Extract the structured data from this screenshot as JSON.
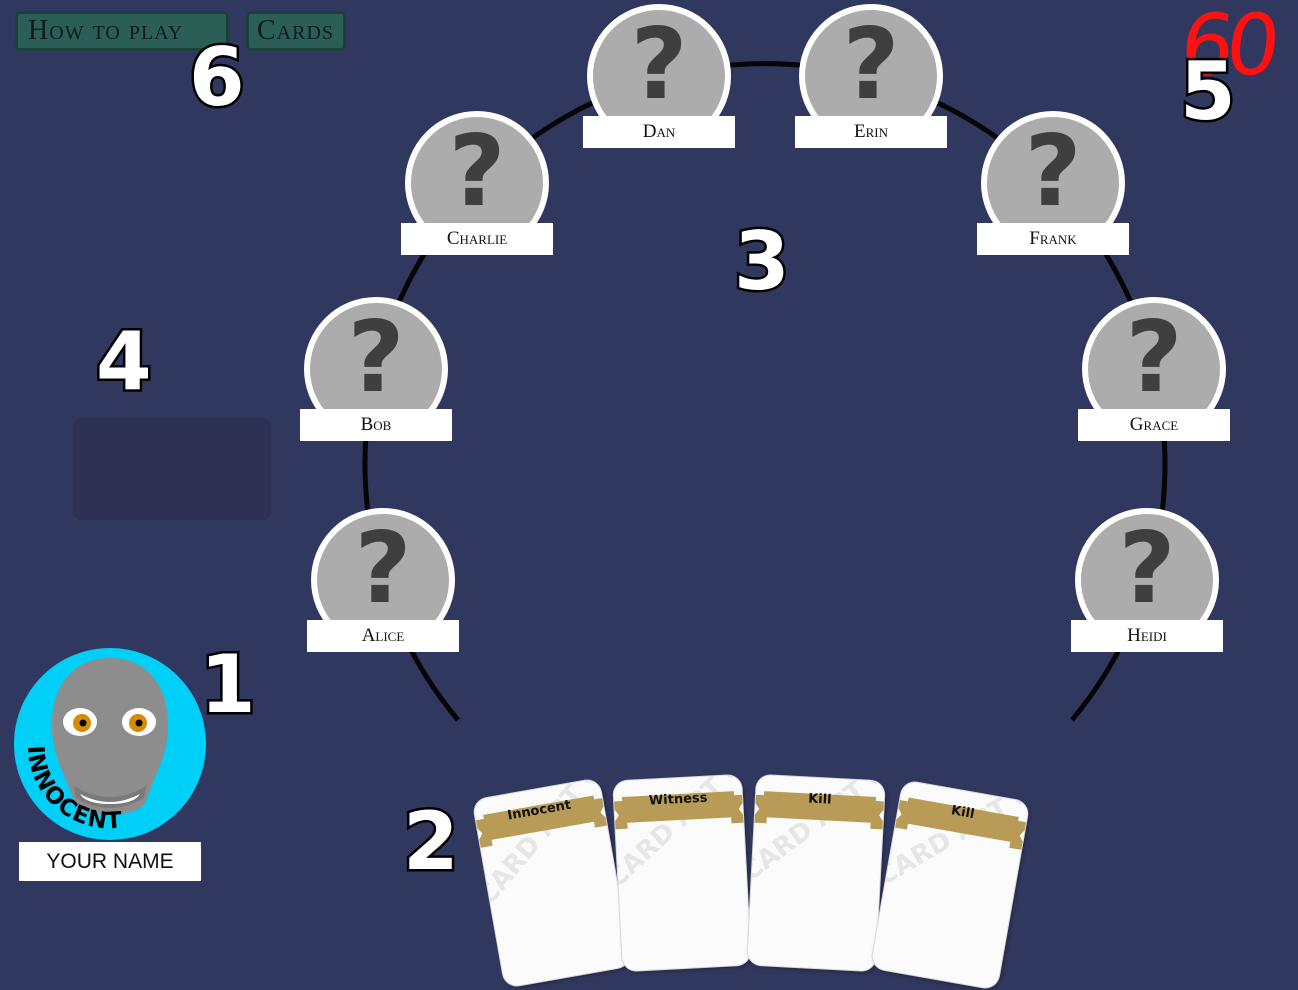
{
  "top_buttons": {
    "how_to_play": "How to play",
    "cards": "Cards"
  },
  "timer": "60",
  "tutorial_markers": [
    "1",
    "2",
    "3",
    "4",
    "5",
    "6"
  ],
  "players": [
    {
      "name": "Dan",
      "avatar": "?"
    },
    {
      "name": "Erin",
      "avatar": "?"
    },
    {
      "name": "Charlie",
      "avatar": "?"
    },
    {
      "name": "Frank",
      "avatar": "?"
    },
    {
      "name": "Bob",
      "avatar": "?"
    },
    {
      "name": "Grace",
      "avatar": "?"
    },
    {
      "name": "Alice",
      "avatar": "?"
    },
    {
      "name": "Heidi",
      "avatar": "?"
    }
  ],
  "me": {
    "role": "INNOCENT",
    "name": "YOUR NAME"
  },
  "hand": [
    {
      "title": "Innocent",
      "watermark": "CARD ART CARD ART"
    },
    {
      "title": "Witness",
      "watermark": "CARD ART CARD ART"
    },
    {
      "title": "Kill",
      "watermark": "CARD ART CARD ART"
    },
    {
      "title": "Kill",
      "watermark": "CARD ART CARD ART"
    }
  ],
  "colors": {
    "background": "#31385f",
    "timer": "#ff1111",
    "avatar_ring": "#00cff7",
    "ribbon": "#b89b57",
    "button": "#2c5e58"
  }
}
